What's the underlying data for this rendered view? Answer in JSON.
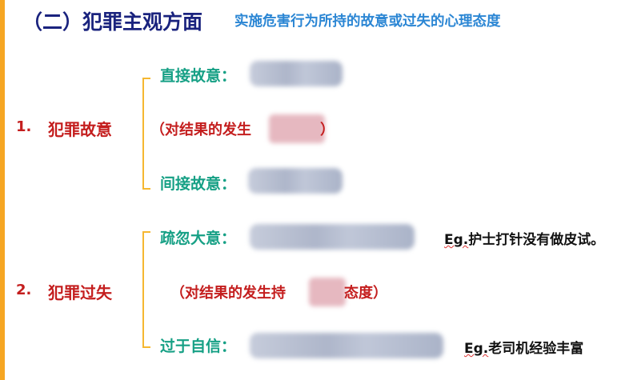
{
  "colors": {
    "accent_bar": "#f6a623",
    "title": "#1a237e",
    "subtitle": "#2b86d4",
    "category": "#c41e1e",
    "label": "#16a085",
    "bracket": "#f5b731",
    "example": "#111111",
    "underline": "#dd3333"
  },
  "title": "（二）犯罪主观方面",
  "subtitle": "实施危害行为所持的故意或过失的心理态度",
  "sections": [
    {
      "number": "1.",
      "category": "犯罪故意",
      "top_label": "直接故意：",
      "middle_open": "（对结果的发生",
      "middle_close": "）",
      "bottom_label": "间接故意："
    },
    {
      "number": "2.",
      "category": "犯罪过失",
      "top_label": "疏忽大意：",
      "middle_open": "（对结果的发生持",
      "middle_close": "态度）",
      "bottom_label": "过于自信：",
      "examples": {
        "top_prefix": "Eg.",
        "top_text": "护士打针没有做皮试。",
        "bottom_prefix": "Eg.",
        "bottom_text": "老司机经验丰富"
      }
    }
  ]
}
